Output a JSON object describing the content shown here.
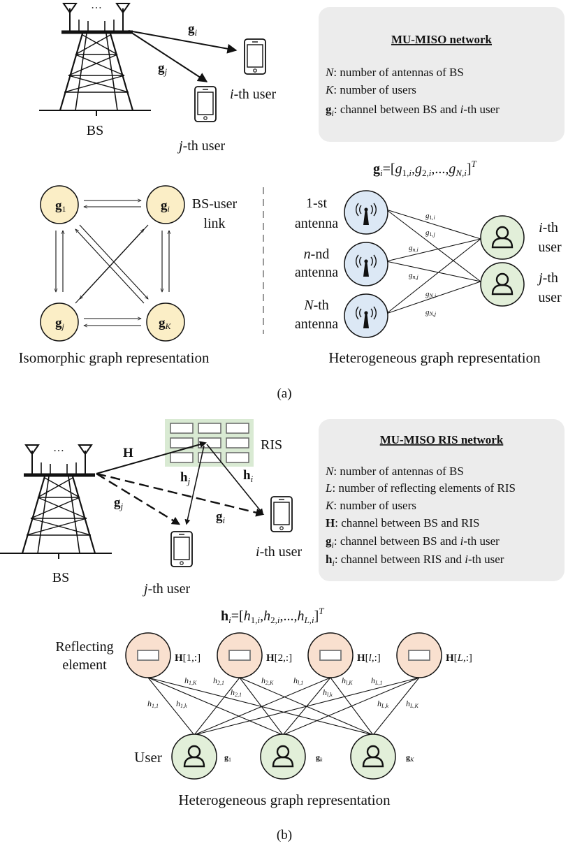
{
  "panel_a": {
    "tower_label": "BS",
    "tower_dots": "…",
    "user_i_label": "-th user",
    "user_i_prefix": "i",
    "user_j_label": "-th user",
    "user_j_prefix": "j",
    "arrow_gi": "g",
    "arrow_gi_sub": "i",
    "arrow_gj": "g",
    "arrow_gj_sub": "j",
    "info_box": {
      "title": "MU-MISO network",
      "line1_var": "N",
      "line1_text": ": number of antennas of BS",
      "line2_var": "K",
      "line2_text": ": number of users",
      "line3_var": "g",
      "line3_sub": "i",
      "line3_text_a": ": channel between BS and ",
      "line3_text_i": "i",
      "line3_text_b": "-th user"
    },
    "gi_formula": {
      "lhs": "g",
      "lhs_sub": "i",
      "eq": "=[",
      "g": "g",
      "s1": "1,",
      "s1i": "i",
      "g2": "g",
      "s2": "2,",
      "s2i": "i",
      "dots": ",...,",
      "gN": "g",
      "sN": "N,",
      "sNi": "i",
      "close": "]",
      "sup": "T"
    },
    "iso_graph": {
      "nodes": [
        {
          "label": "g",
          "sub": "1"
        },
        {
          "label": "g",
          "sub": "i"
        },
        {
          "label": "g",
          "sub": "j"
        },
        {
          "label": "g",
          "sub": "K"
        }
      ],
      "link_label_1": "BS-user",
      "link_label_2": "link",
      "caption": "Isomorphic graph representation"
    },
    "het_graph": {
      "antennas": [
        {
          "line1": "1-st",
          "line2": "antenna"
        },
        {
          "line1_var": "n",
          "line1": "-nd",
          "line2": "antenna"
        },
        {
          "line1_var": "N",
          "line1": "-th",
          "line2": "antenna"
        }
      ],
      "users": [
        {
          "var": "i",
          "line1": "-th",
          "line2": "user"
        },
        {
          "var": "j",
          "line1": "-th",
          "line2": "user"
        }
      ],
      "edge_labels": [
        {
          "g": "g",
          "sub": "1,",
          "subi": "i"
        },
        {
          "g": "g",
          "sub": "1,",
          "subi": "j"
        },
        {
          "g": "g",
          "sub": "n,",
          "subi": "i"
        },
        {
          "g": "g",
          "sub": "n,",
          "subi": "j"
        },
        {
          "g": "g",
          "sub": "N,",
          "subi": "i"
        },
        {
          "g": "g",
          "sub": "N,",
          "subi": "j"
        }
      ],
      "caption": "Heterogeneous graph representation"
    },
    "tag": "(a)"
  },
  "panel_b": {
    "tower_label": "BS",
    "tower_dots": "…",
    "ris_label": "RIS",
    "arrow_H": "H",
    "arrow_hj": "h",
    "arrow_hj_sub": "j",
    "arrow_hi": "h",
    "arrow_hi_sub": "i",
    "arrow_gj": "g",
    "arrow_gj_sub": "j",
    "arrow_gi": "g",
    "arrow_gi_sub": "i",
    "user_i_prefix": "i",
    "user_i_label": "-th user",
    "user_j_prefix": "j",
    "user_j_label": "-th user",
    "info_box": {
      "title": "MU-MISO RIS network",
      "line1_var": "N",
      "line1_text": ": number of antennas of BS",
      "line2_var": "L",
      "line2_text": ": number of reflecting elements of RIS",
      "line3_var": "K",
      "line3_text": ": number of users",
      "line4_var": "H",
      "line4_text": ": channel between BS and RIS",
      "line5_var": "g",
      "line5_sub": "i",
      "line5_text_a": ": channel between BS and ",
      "line5_text_i": "i",
      "line5_text_b": "-th user",
      "line6_var": "h",
      "line6_sub": "i",
      "line6_text_a": ": channel between RIS and ",
      "line6_text_i": "i",
      "line6_text_b": "-th user"
    },
    "hi_formula": {
      "lhs": "h",
      "lhs_sub": "i",
      "eq": "=[",
      "h1": "h",
      "s1": "1,",
      "s1i": "i",
      "h2": "h",
      "s2": "2,",
      "s2i": "i",
      "dots": ",...,",
      "hL": "h",
      "sL": "L,",
      "sLi": "i",
      "close": "]",
      "sup": "T"
    },
    "het_graph": {
      "row_label_top_1": "Reflecting",
      "row_label_top_2": "element",
      "row_label_bottom": "User",
      "ris_nodes": [
        {
          "bold": "H",
          "open": "[",
          "idx": "1",
          "rest": ",:]"
        },
        {
          "bold": "H",
          "open": "[",
          "idx": "2",
          "rest": ",:]"
        },
        {
          "bold": "H",
          "open": "[",
          "idx": "l",
          "rest": ",:]"
        },
        {
          "bold": "H",
          "open": "[",
          "idx": "L",
          "rest": ",:]"
        }
      ],
      "user_nodes": [
        {
          "label": "g",
          "sub": "1"
        },
        {
          "label": "g",
          "sub": "k"
        },
        {
          "label": "g",
          "sub": "K"
        }
      ],
      "edge_labels": [
        {
          "h": "h",
          "sub": "1,K"
        },
        {
          "h": "h",
          "sub": "2,1"
        },
        {
          "h": "h",
          "sub": "2,K"
        },
        {
          "h": "h",
          "sub": "l,1"
        },
        {
          "h": "h",
          "sub": "l,K"
        },
        {
          "h": "h",
          "sub": "L,1"
        },
        {
          "h": "h",
          "sub": "2,1"
        },
        {
          "h": "h",
          "sub": "l,k"
        },
        {
          "h": "h",
          "sub": "1,1"
        },
        {
          "h": "h",
          "sub": "1,k"
        },
        {
          "h": "h",
          "sub": "L,k"
        },
        {
          "h": "h",
          "sub": "L,K"
        }
      ],
      "caption": "Heterogeneous graph representation"
    },
    "tag": "(b)"
  },
  "colors": {
    "info_box_bg": "#ececec",
    "graph_node_yellow": "#fbeec6",
    "antenna_node_blue": "#dce8f5",
    "user_node_green": "#e2efd9",
    "ris_node_peach": "#f9e0cf",
    "ris_panel_green": "#d9ead3"
  }
}
